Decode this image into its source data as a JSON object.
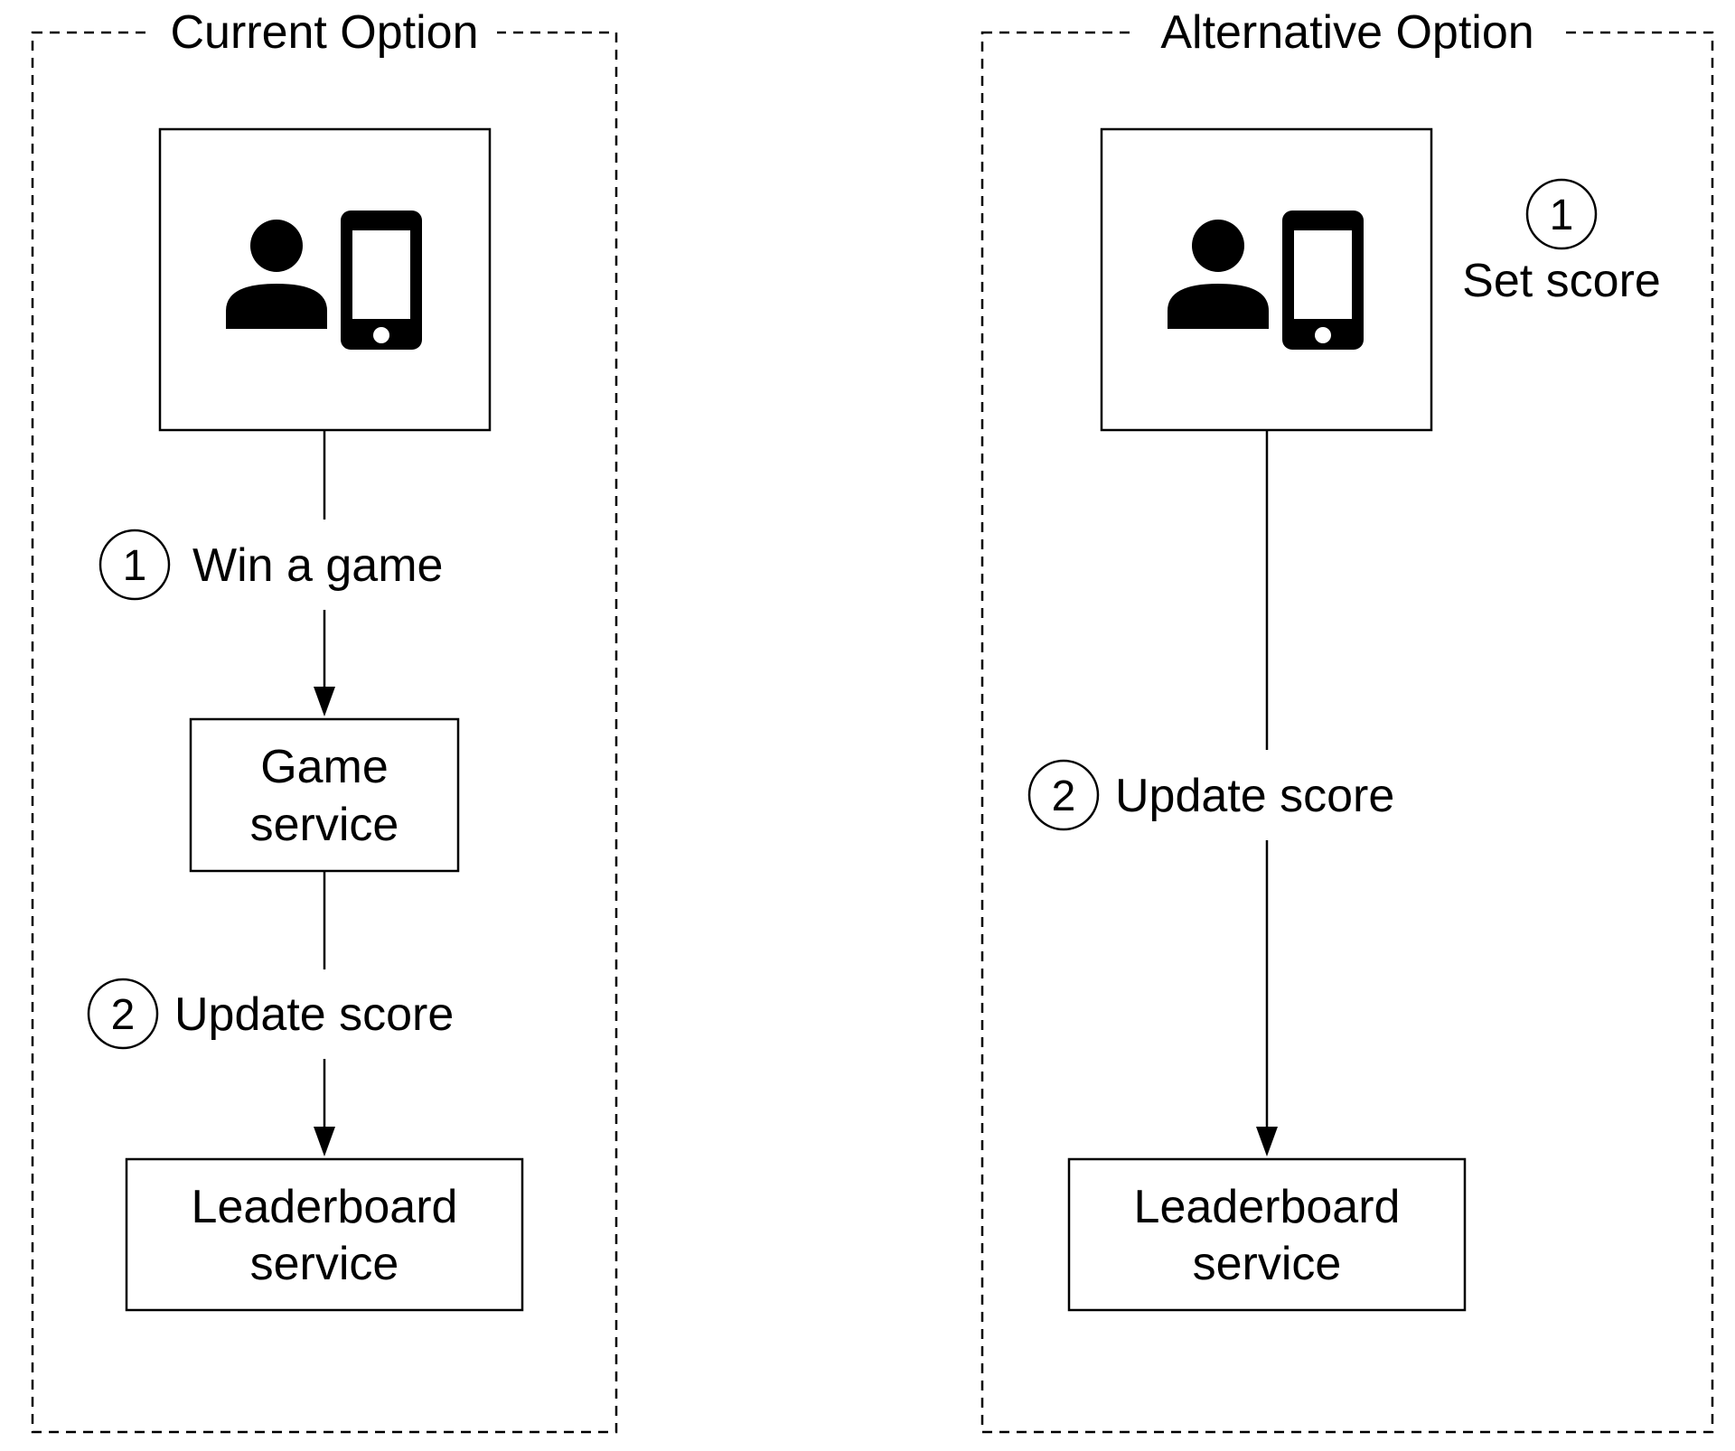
{
  "current": {
    "title": "Current Option",
    "step1": {
      "number": "1",
      "label": "Win a game"
    },
    "game_service": {
      "line1": "Game",
      "line2": "service"
    },
    "step2": {
      "number": "2",
      "label": "Update score"
    },
    "leaderboard": {
      "line1": "Leaderboard",
      "line2": "service"
    }
  },
  "alternative": {
    "title": "Alternative Option",
    "step1": {
      "number": "1",
      "label": "Set score"
    },
    "step2": {
      "number": "2",
      "label": "Update score"
    },
    "leaderboard": {
      "line1": "Leaderboard",
      "line2": "service"
    }
  },
  "icons": {
    "user": "person-icon",
    "device": "smartphone-icon",
    "arrow": "arrowhead-icon"
  },
  "colors": {
    "ink": "#000000",
    "background": "#ffffff"
  }
}
